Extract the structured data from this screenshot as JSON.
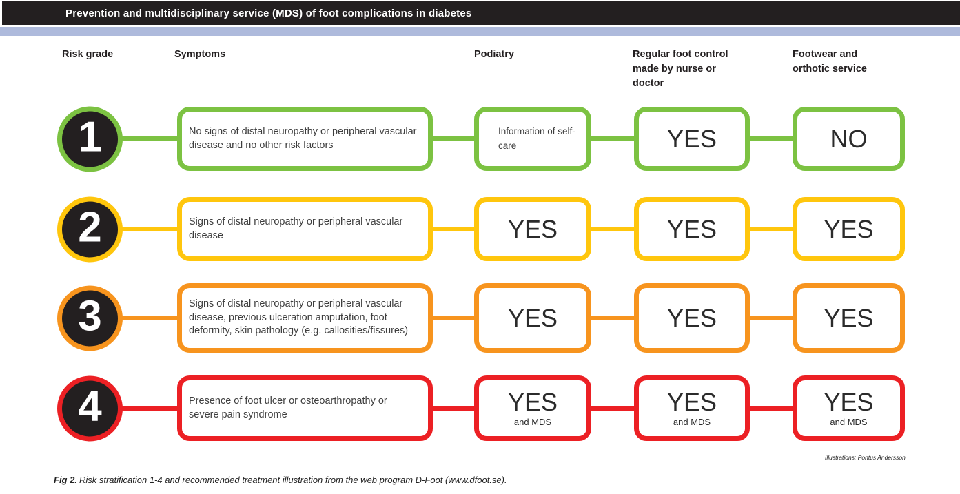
{
  "title": "Prevention and multidisciplinary service (MDS) of foot complications in diabetes",
  "colors": {
    "header_bg": "#231F20",
    "accent_bar": "#AEBADC",
    "grade1_green": "#7CC242",
    "grade2_yellow": "#FFC60D",
    "grade3_orange": "#F7941E",
    "grade4_red": "#EC2024"
  },
  "columns": {
    "risk_grade": "Risk grade",
    "symptoms": "Symptoms",
    "podiatry": "Podiatry",
    "nurse": "Regular foot control made by nurse or doctor",
    "footwear": "Footwear and orthotic service"
  },
  "rows": [
    {
      "grade": "1",
      "color": "#7CC242",
      "symptoms": "No signs of distal neuropathy or peripheral vascular disease and no other risk factors",
      "podiatry": "Information of self-care",
      "nurse": "YES",
      "footwear": "NO"
    },
    {
      "grade": "2",
      "color": "#FFC60D",
      "symptoms": "Signs of distal neuropathy or peripheral vascular disease",
      "podiatry": "YES",
      "nurse": "YES",
      "footwear": "YES"
    },
    {
      "grade": "3",
      "color": "#F7941E",
      "symptoms": "Signs of distal neuropathy or peripheral vascular disease, previous ulceration amputation, foot deformity, skin pathology (e.g. callosities/fissures)",
      "podiatry": "YES",
      "nurse": "YES",
      "footwear": "YES"
    },
    {
      "grade": "4",
      "color": "#EC2024",
      "symptoms": "Presence of foot ulcer or osteoarthropathy or severe pain syndrome",
      "podiatry": "YES",
      "podiatry_sub": "and MDS",
      "nurse": "YES",
      "nurse_sub": "and MDS",
      "footwear": "YES",
      "footwear_sub": "and MDS"
    }
  ],
  "credit": "Illustrations: Pontus Andersson",
  "caption": {
    "label": "Fig 2.",
    "text": "Risk stratification 1-4 and recommended treatment  illustration from the web program D-Foot (www.dfoot.se)."
  }
}
